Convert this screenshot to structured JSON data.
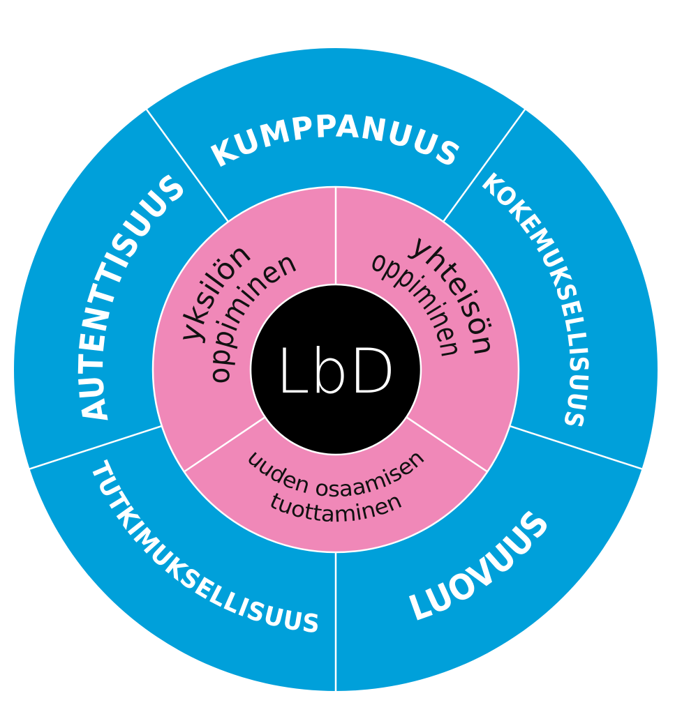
{
  "diagram": {
    "title": "LbD",
    "colors": {
      "outer_ring": "#00a0da",
      "inner_ring": "#f088b8",
      "core": "#000000",
      "divider": "#ffffff",
      "outer_text": "#ffffff",
      "inner_text": "#111111",
      "core_text": "#ffffff"
    },
    "core": {
      "label": "LbD"
    },
    "inner_segments": [
      {
        "lines": [
          "yksilön",
          "oppiminen"
        ]
      },
      {
        "lines": [
          "yhteisön",
          "oppiminen"
        ]
      },
      {
        "lines": [
          "uuden osaamisen",
          "tuottaminen"
        ]
      }
    ],
    "outer_segments": [
      {
        "label": "KUMPPANUUS"
      },
      {
        "label": "KOKEMUKSELLISUUS"
      },
      {
        "label": "LUOVUUS"
      },
      {
        "label": "TUTKIMUKSELLISUUS"
      },
      {
        "label": "AUTENTTISUUS"
      }
    ]
  }
}
